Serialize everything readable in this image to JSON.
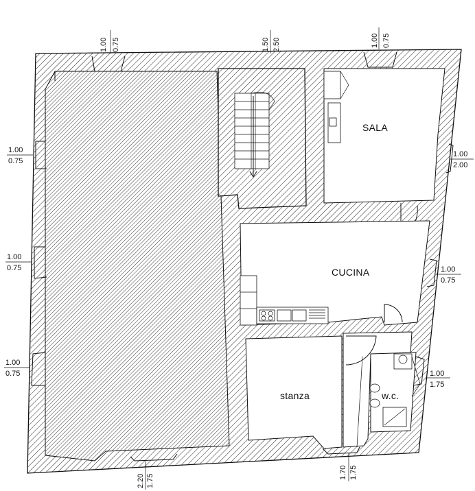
{
  "rooms": {
    "sala": "SALA",
    "cucina": "CUCINA",
    "stanza": "stanza",
    "wc": "w.c."
  },
  "dimensions": {
    "top_left": [
      "1.00",
      "0.75"
    ],
    "top_stair": [
      "1.50",
      "2.50"
    ],
    "top_right": [
      "1.00",
      "0.75"
    ],
    "left_upper": [
      "1.00",
      "0.75"
    ],
    "left_middle": [
      "1.00",
      "0.75"
    ],
    "left_lower": [
      "1.00",
      "0.75"
    ],
    "right_sala": [
      "1.00",
      "2.00"
    ],
    "right_cucina": [
      "1.00",
      "0.75"
    ],
    "right_wc": [
      "1.00",
      "1.75"
    ],
    "bottom_left": [
      "2.20",
      "1.75"
    ],
    "bottom_right": [
      "1.70",
      "1.75"
    ]
  },
  "colors": {
    "ink": "#111111",
    "paper": "#ffffff"
  }
}
